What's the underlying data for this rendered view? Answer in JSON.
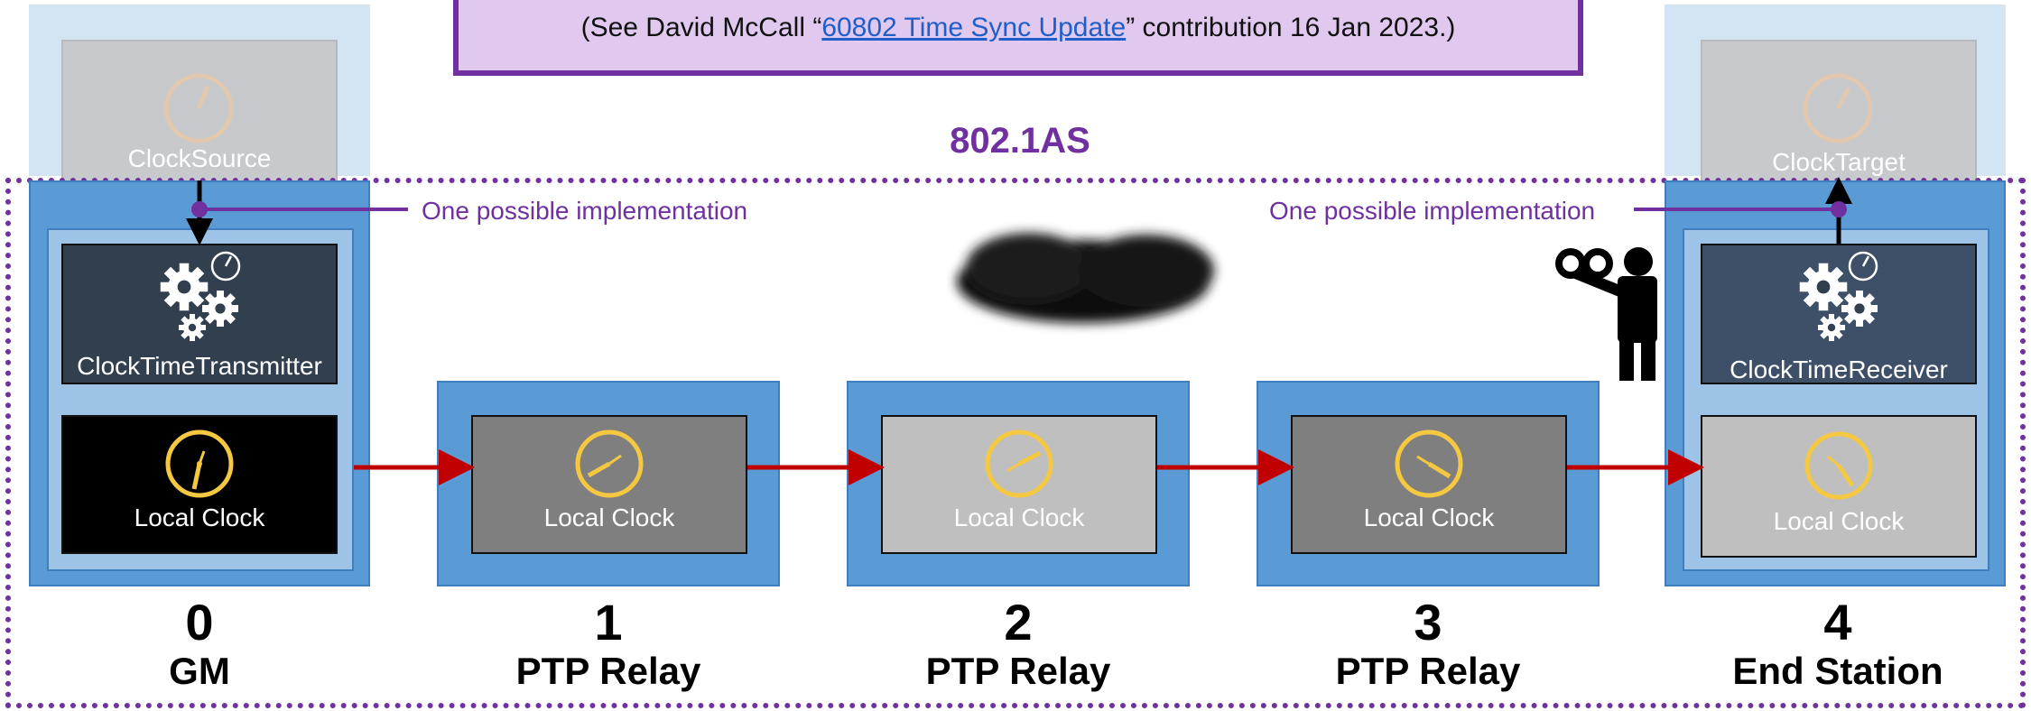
{
  "note": {
    "prefix": "(See David McCall “",
    "link": "60802 Time Sync Update",
    "suffix": "” contribution 16 Jan 2023.)"
  },
  "domain_label": "802.1AS",
  "implementation_note": "One possible implementation",
  "source": {
    "label": "ClockSource"
  },
  "target": {
    "label": "ClockTarget"
  },
  "transmitter": {
    "label": "ClockTimeTransmitter"
  },
  "receiver": {
    "label": "ClockTimeReceiver"
  },
  "local_clock_label": "Local Clock",
  "nodes": [
    {
      "number": "0",
      "role": "GM"
    },
    {
      "number": "1",
      "role": "PTP Relay"
    },
    {
      "number": "2",
      "role": "PTP Relay"
    },
    {
      "number": "3",
      "role": "PTP Relay"
    },
    {
      "number": "4",
      "role": "End Station"
    }
  ],
  "colors": {
    "accent_purple": "#7030a0",
    "node_blue": "#5b9bd5",
    "arrow_red": "#c00000",
    "clock_gold": "#f5c842",
    "note_fill": "#e0c8ef"
  },
  "icons": [
    "clock-icon",
    "gears-icon",
    "binoculars-observer-icon",
    "noise-cloud-icon"
  ]
}
